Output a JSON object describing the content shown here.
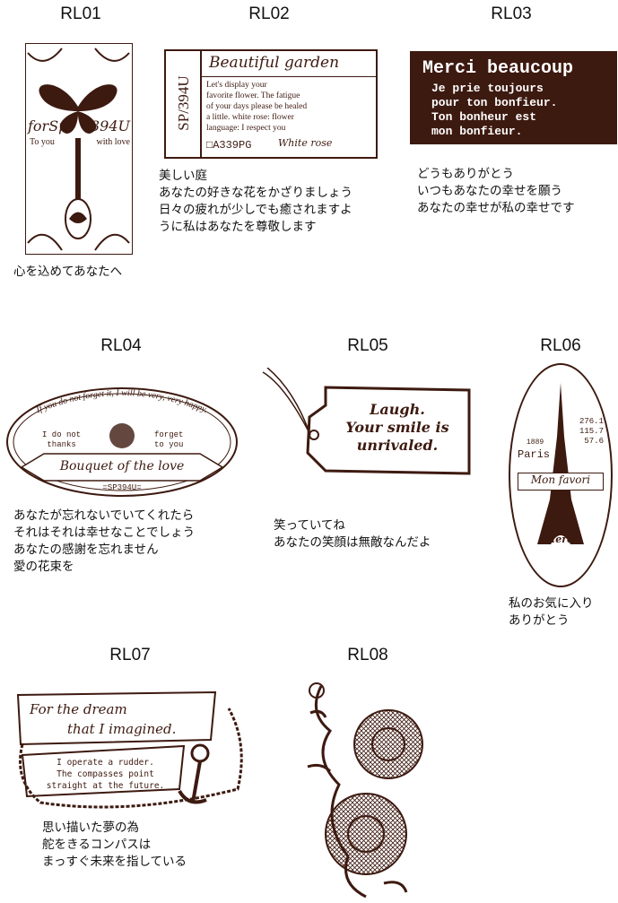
{
  "accent_color": "#3d1a10",
  "items": [
    {
      "code": "RL01",
      "stamp": {
        "line1": "forSp",
        "line2": "394U",
        "line3": "To you",
        "line4": "with love"
      },
      "caption": [
        "心を込めてあなたへ"
      ],
      "icons": [
        "butterfly-icon",
        "spoon-icon"
      ]
    },
    {
      "code": "RL02",
      "stamp": {
        "title": "Beautiful garden",
        "side": "SP/394U",
        "body": "Let's display your\nfavorite flower. The fatigue\nof your days please be healed\na little. white rose: flower\nlanguage: I respect you",
        "code": "□A339PG",
        "sign": "White rose"
      },
      "caption": [
        "美しい庭",
        "あなたの好きな花をかざりましょう",
        "日々の疲れが少しでも癒されますよ",
        "うに私はあなたを尊敬します"
      ]
    },
    {
      "code": "RL03",
      "stamp": {
        "title": "Merci beaucoup",
        "body": "Je prie toujours\npour ton bonfieur.\nTon bonheur est\nmon bonfieur."
      },
      "caption": [
        "どうもありがとう",
        "いつもあなたの幸せを願う",
        "あなたの幸せが私の幸せです"
      ]
    },
    {
      "code": "RL04",
      "stamp": {
        "arc": "If you do not forget it, I will be very, very happy.",
        "left": "I do not\nthanks",
        "right": "forget\nto you",
        "ribbon": "Bouquet of the love",
        "code": "=SP394U="
      },
      "caption": [
        "あなたが忘れないでいてくれたら",
        "それはそれは幸せなことでしょう",
        "あなたの感謝を忘れません",
        "愛の花束を"
      ]
    },
    {
      "code": "RL05",
      "stamp": {
        "text": "Laugh.\nYour smile is\nunrivaled."
      },
      "caption": [
        "笑っていてね",
        "あなたの笑顔は無敵なんだよ"
      ]
    },
    {
      "code": "RL06",
      "stamp": {
        "nums": "276.1\n115.7\n57.6",
        "year": "1889",
        "city": "Paris",
        "ribbon": "Mon favori",
        "merci": "Merci"
      },
      "caption": [
        "私のお気に入り",
        "ありがとう"
      ]
    },
    {
      "code": "RL07",
      "stamp": {
        "title1": "For the dream",
        "title2": "that I imagined.",
        "body": "I operate a rudder.\nThe compasses point\nstraight at the future."
      },
      "caption": [
        "思い描いた夢の為",
        "舵をきるコンパスは",
        "まっすぐ未来を指している"
      ]
    },
    {
      "code": "RL08",
      "stamp": {},
      "caption": [],
      "icons": [
        "rose-lace-icon"
      ]
    }
  ]
}
